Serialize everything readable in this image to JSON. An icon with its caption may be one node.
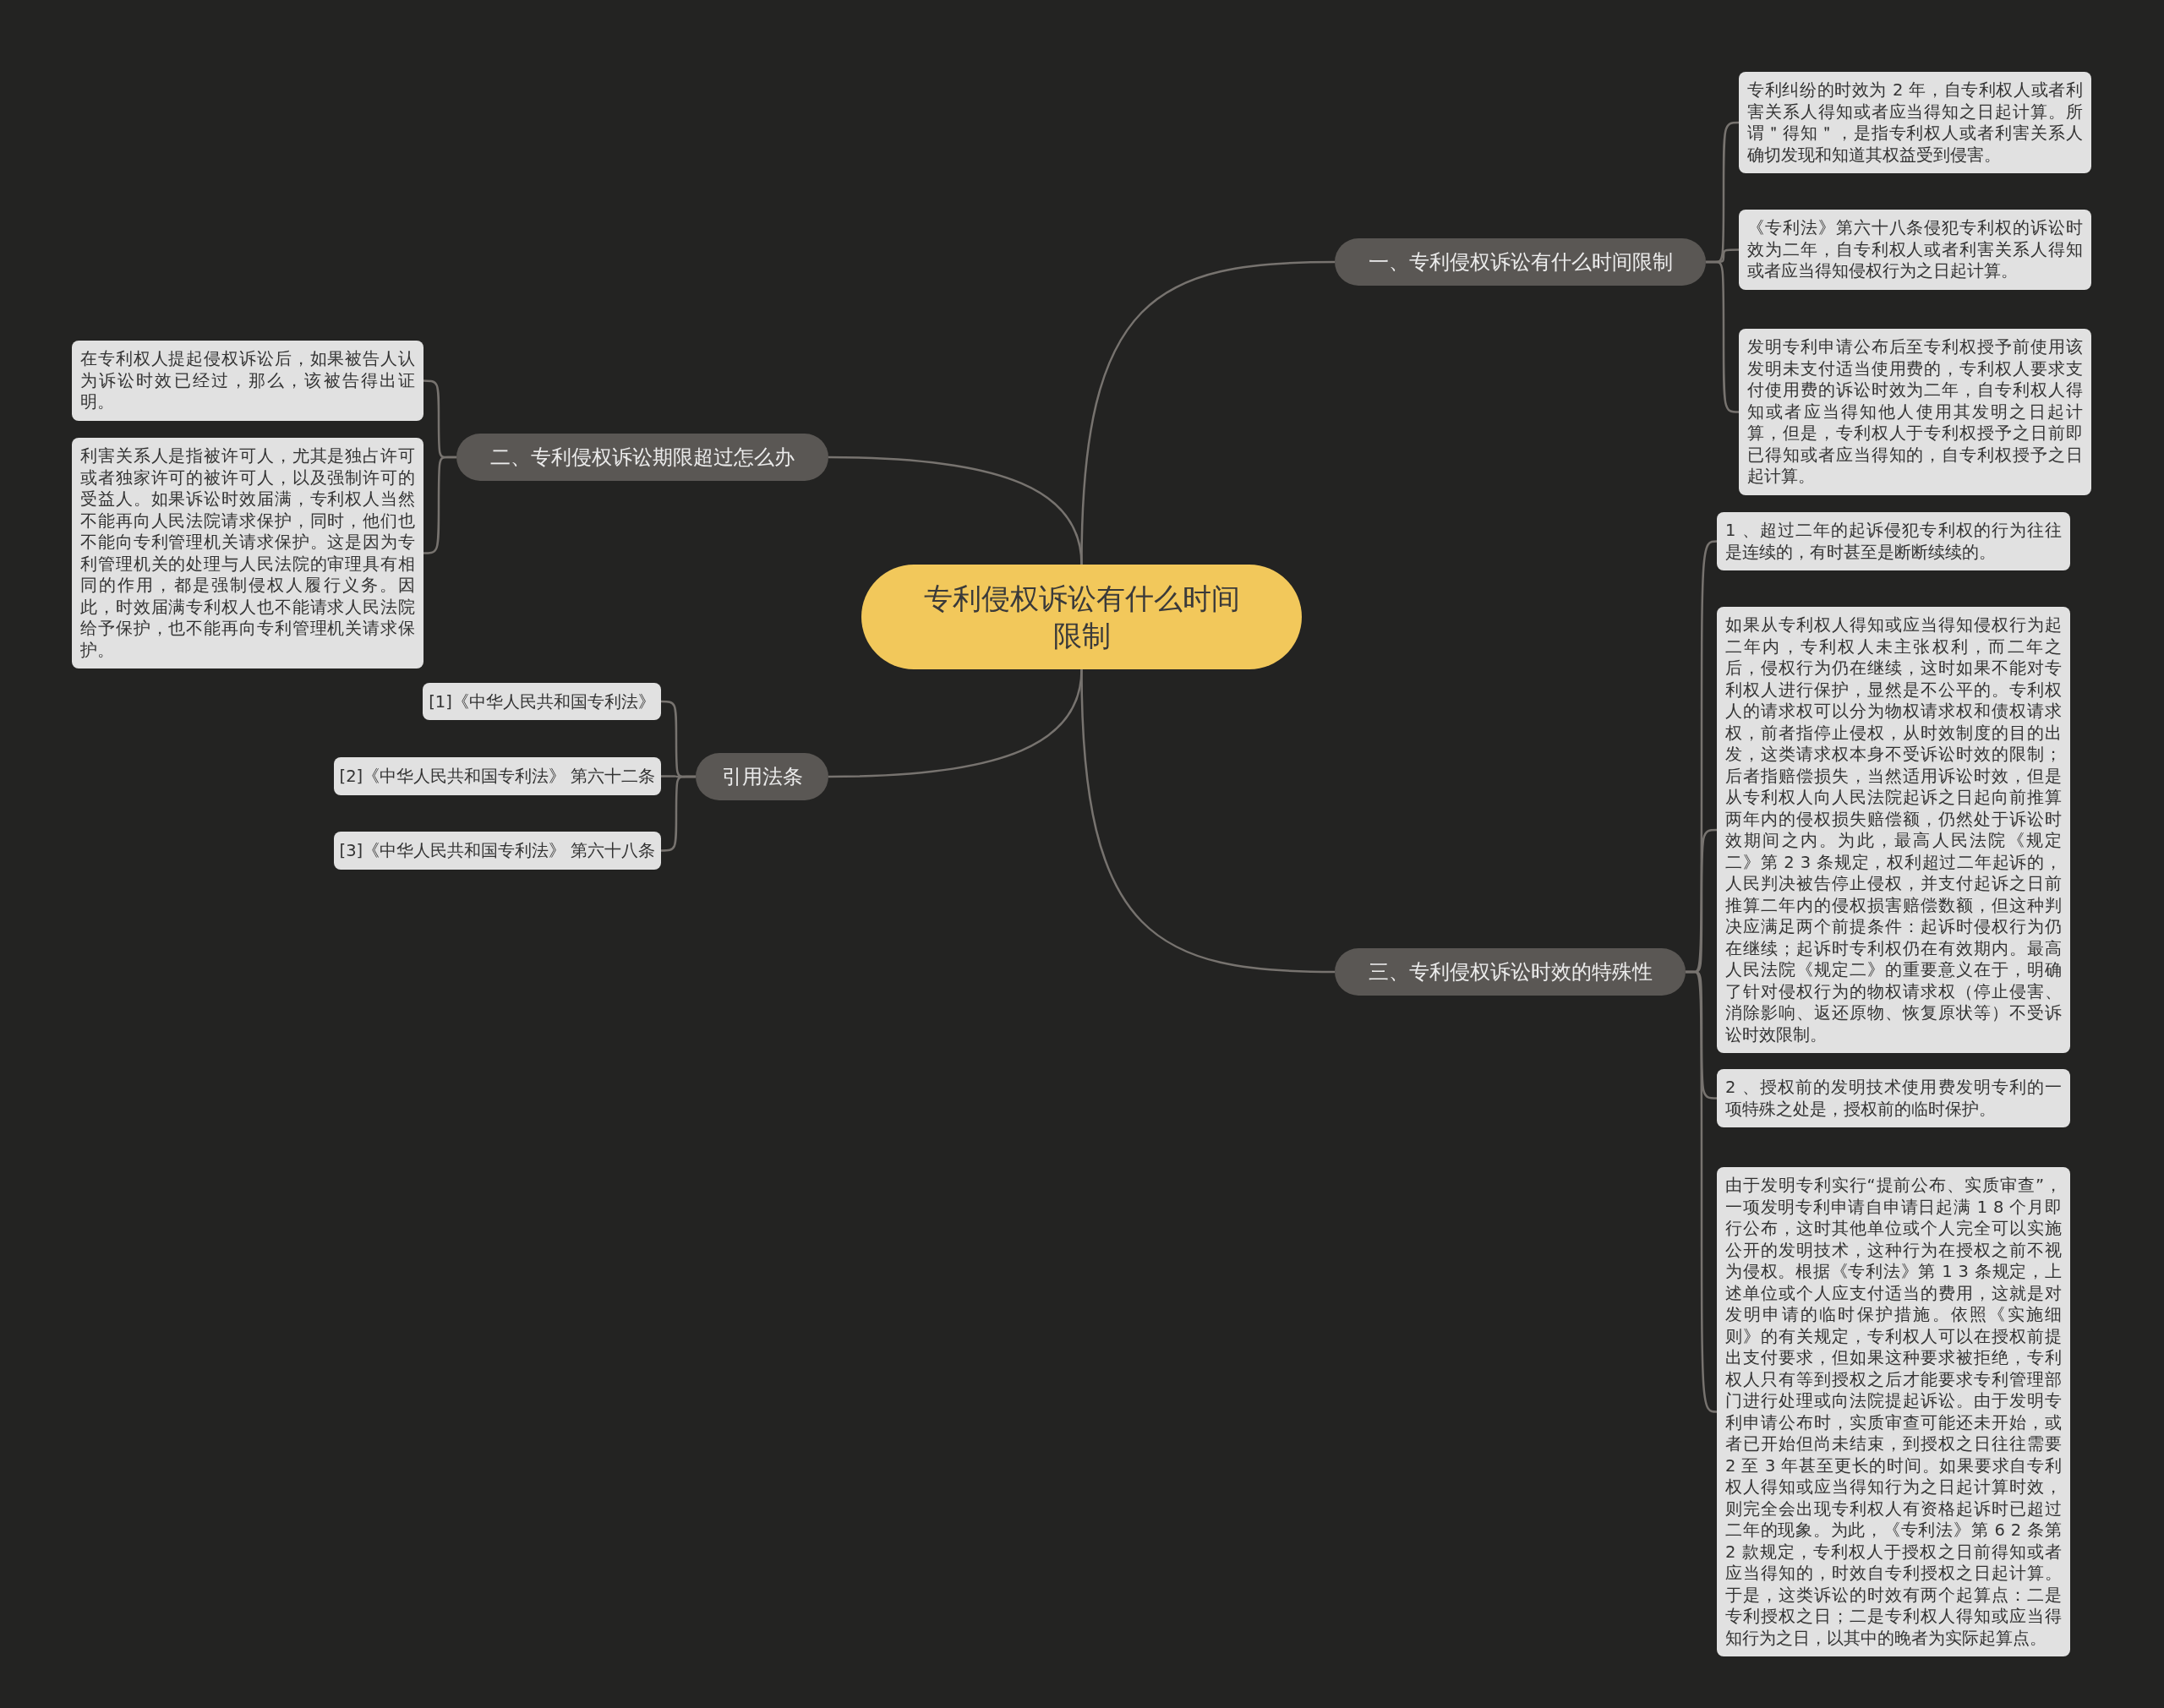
{
  "diagram": {
    "nodes": [
      {
        "text": [
          "专利侵权诉讼有什么时间限制"
        ]
      },
      {
        "text": [
          "一、专利侵权诉讼有什么时间限制"
        ]
      },
      {
        "text": [
          "专利纠纷的时效为 2 年，自专利权人或者利害关系人得知或者应当得知之日起计算。所谓＂得知＂，是指专利权人或者利害关系人确切发现和知道其权益受到侵害。"
        ]
      },
      {
        "text": [
          "《专利法》第六十八条侵犯专利权的诉讼时效为二年，自专利权人或者利害关系人得知或者应当得知侵权行为之日起计算。"
        ]
      },
      {
        "text": [
          "发明专利申请公布后至专利权授予前使用该发明未支付适当使用费的，专利权人要求支付使用费的诉讼时效为二年，自专利权人得知或者应当得知他人使用其发明之日起计算，但是，专利权人于专利权授予之日前即已得知或者应当得知的，自专利权授予之日起计算。"
        ]
      },
      {
        "text": [
          "二、专利侵权诉讼期限超过怎么办"
        ]
      },
      {
        "text": [
          "在专利权人提起侵权诉讼后，如果被告人认为诉讼时效已经过，那么，该被告得出证明。"
        ]
      },
      {
        "text": [
          "利害关系人是指被许可人，尤其是独占许可或者独家许可的被许可人，以及强制许可的受益人。如果诉讼时效届满，专利权人当然不能再向人民法院请求保护，同时，他们也不能向专利管理机关请求保护。这是因为专利管理机关的处理与人民法院的审理具有相同的作用，都是强制侵权人履行义务。因此，时效届满专利权人也不能请求人民法院给予保护，也不能再向专利管理机关请求保护。"
        ]
      },
      {
        "text": [
          "引用法条"
        ]
      },
      {
        "text": [
          "[1]《中华人民共和国专利法》"
        ]
      },
      {
        "text": [
          "[2]《中华人民共和国专利法》 第六十二条"
        ]
      },
      {
        "text": [
          "[3]《中华人民共和国专利法》 第六十八条"
        ]
      },
      {
        "text": [
          "三、专利侵权诉讼时效的特殊性"
        ]
      },
      {
        "text": [
          "1 、超过二年的起诉侵犯专利权的行为往往是连续的，有时甚至是断断续续的。"
        ]
      },
      {
        "text": [
          "如果从专利权人得知或应当得知侵权行为起二年内，专利权人未主张权利，而二年之后，侵权行为仍在继续，这时如果不能对专利权人进行保护，显然是不公平的。专利权人的请求权可以分为物权请求权和债权请求权，前者指停止侵权，从时效制度的目的出发，这类请求权本身不受诉讼时效的限制；后者指赔偿损失，当然适用诉讼时效，但是从专利权人向人民法院起诉之日起向前推算两年内的侵权损失赔偿额，仍然处于诉讼时效期间之内。为此，最高人民法院《规定二》第 2 3 条规定，权利超过二年起诉的，人民判决被告停止侵权，并支付起诉之日前推算二年内的侵权损害赔偿数额，但这种判决应满足两个前提条件：起诉时侵权行为仍在继续；起诉时专利权仍在有效期内。最高人民法院《规定二》的重要意义在于，明确了针对侵权行为的物权请求权（停止侵害、消除影响、返还原物、恢复原状等）不受诉讼时效限制。"
        ]
      },
      {
        "text": [
          "2 、授权前的发明技术使用费发明专利的一项特殊之处是，授权前的临时保护。"
        ]
      },
      {
        "text": [
          "由于发明专利实行“提前公布、实质审查”，一项发明专利申请自申请日起满 1 8 个月即行公布，这时其他单位或个人完全可以实施公开的发明技术，这种行为在授权之前不视为侵权。根据《专利法》第 1 3 条规定，上述单位或个人应支付适当的费用，这就是对发明申请的临时保护措施。依照《实施细则》的有关规定，专利权人可以在授权前提出支付要求，但如果这种要求被拒绝，专利权人只有等到授权之后才能要求专利管理部门进行处理或向法院提起诉讼。由于发明专利申请公布时，实质审查可能还未开始，或者已开始但尚未结束，到授权之日往往需要 2 至 3 年甚至更长的时间。如果要求自专利权人得知或应当得知行为之日起计算时效，则完全会出现专利权人有资格起诉时已超过二年的现象。为此，《专利法》第 6 2 条第 2 款规定，专利权人于授权之日前得知或者应当得知的，时效自专利授权之日起计算。于是，这类诉讼的时效有两个起算点：二是专利授权之日；二是专利权人得知或应当得知行为之日，以其中的晚者为实际起算点。"
        ]
      }
    ],
    "edges": [
      {
        "from": 0,
        "to": 1,
        "arrow": "none"
      },
      {
        "from": 1,
        "to": 2,
        "arrow": "none"
      },
      {
        "from": 1,
        "to": 3,
        "arrow": "none"
      },
      {
        "from": 1,
        "to": 4,
        "arrow": "none"
      },
      {
        "from": 0,
        "to": 5,
        "arrow": "none"
      },
      {
        "from": 5,
        "to": 6,
        "arrow": "none"
      },
      {
        "from": 5,
        "to": 7,
        "arrow": "none"
      },
      {
        "from": 0,
        "to": 8,
        "arrow": "none"
      },
      {
        "from": 8,
        "to": 9,
        "arrow": "none"
      },
      {
        "from": 8,
        "to": 10,
        "arrow": "none"
      },
      {
        "from": 8,
        "to": 11,
        "arrow": "none"
      },
      {
        "from": 0,
        "to": 12,
        "arrow": "none"
      },
      {
        "from": 12,
        "to": 13,
        "arrow": "none"
      },
      {
        "from": 12,
        "to": 14,
        "arrow": "none"
      },
      {
        "from": 12,
        "to": 15,
        "arrow": "none"
      },
      {
        "from": 12,
        "to": 16,
        "arrow": "none"
      }
    ]
  }
}
